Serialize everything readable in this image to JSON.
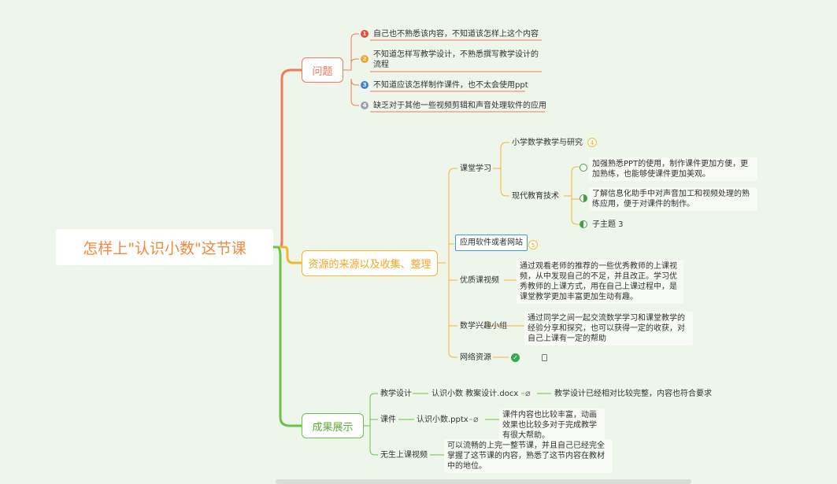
{
  "root": {
    "title": "怎样上\"认识小数\"这节课"
  },
  "colors": {
    "problem": "#f07a5a",
    "resources": "#f5b531",
    "results": "#6cc24a",
    "root_text": "#f08a3e"
  },
  "problem": {
    "label": "问题",
    "items": [
      {
        "badge": "1",
        "text": "自己也不熟悉该内容，不知道该怎样上这个内容"
      },
      {
        "badge": "2",
        "text": "不知道怎样写教学设计，不熟悉撰写教学设计的流程"
      },
      {
        "badge": "3",
        "text": "不知道应该怎样制作课件，也不太会使用ppt"
      },
      {
        "badge": "4",
        "text": "缺乏对于其他一些视频剪辑和声音处理软件的应用"
      }
    ]
  },
  "resources": {
    "label": "资源的来源以及收集、整理",
    "classroom": {
      "label": "课堂学习",
      "sub1": {
        "label": "小学数学教学与研究",
        "badge": "4"
      },
      "sub2": {
        "label": "现代教育技术",
        "items": [
          "加强熟悉PPT的使用，制作课件更加方便，更加熟练，也能够使课件更加美观。",
          "了解信息化助手中对声音加工和视频处理的熟练应用，便于对课件的制作。",
          "子主题 3"
        ]
      }
    },
    "software": {
      "label": "应用软件或者网站",
      "badge": "5"
    },
    "video": {
      "label": "优质课视频",
      "desc": "通过观看老师的推荐的一些优秀教师的上课视频，从中发现自己的不足，并且改正。学习优秀教师的上课方式，用在自己上课过程中，是课堂教学更加丰富更加生动有趣。"
    },
    "group": {
      "label": "数学兴趣小组",
      "desc": "通过同学之间一起交流数学学习和课堂教学的经验分享和探究，也可以获得一定的收获，对自己上课有一定的帮助"
    },
    "web": {
      "label": "网络资源"
    }
  },
  "results": {
    "label": "成果展示",
    "design": {
      "label": "教学设计",
      "file": "认识小数 教案设计.docx",
      "note": "教学设计已经相对比较完整，内容也符合要求"
    },
    "courseware": {
      "label": "课件",
      "file": "认识小数.pptx",
      "note": "课件内容也比较丰富，动画效果也比较多对于完成教学有很大帮助。"
    },
    "lecture": {
      "label": "无生上课视频",
      "note": "可以流畅的上完一整节课，并且自己已经完全掌握了这节课的内容，熟悉了这节内容在教材中的地位。"
    }
  }
}
